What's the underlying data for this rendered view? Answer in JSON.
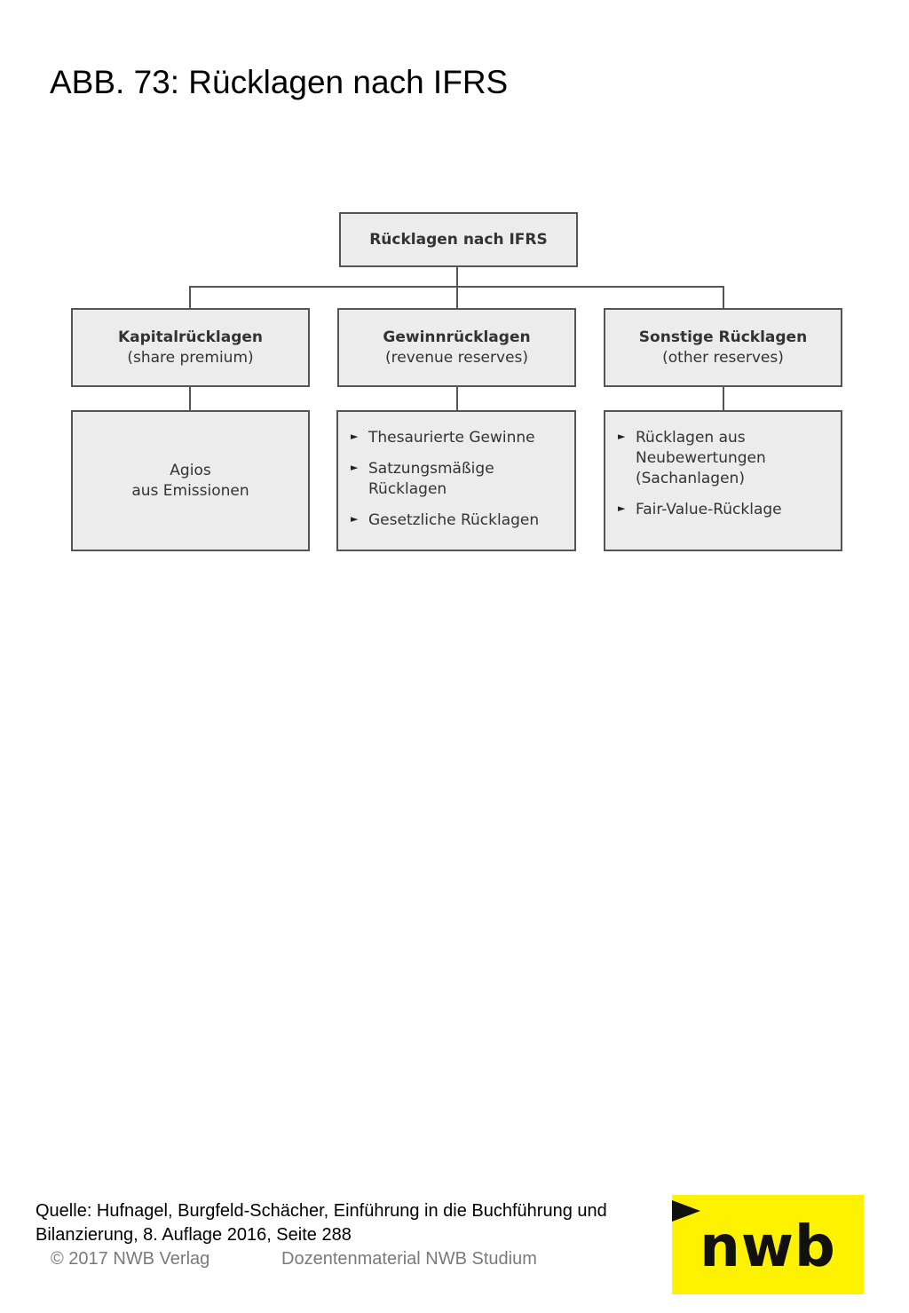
{
  "title": "ABB. 73: Rücklagen nach IFRS",
  "diagram": {
    "root": "Rücklagen nach IFRS",
    "branches": [
      {
        "name": "Kapitalrücklagen",
        "subtitle": "(share premium)",
        "detail_lines": [
          "Agios",
          "aus Emissionen"
        ]
      },
      {
        "name": "Gewinnrücklagen",
        "subtitle": "(revenue reserves)",
        "items": [
          [
            "Thesaurierte Gewinne"
          ],
          [
            "Satzungsmäßige",
            "Rücklagen"
          ],
          [
            "Gesetzliche Rücklagen"
          ]
        ]
      },
      {
        "name": "Sonstige Rücklagen",
        "subtitle": "(other reserves)",
        "items": [
          [
            "Rücklagen aus",
            "Neubewertungen",
            "(Sachanlagen)"
          ],
          [
            "Fair-Value-Rücklage"
          ]
        ]
      }
    ]
  },
  "source": {
    "line1": "Quelle: Hufnagel, Burgfeld-Schächer, Einführung in die Buchführung und",
    "line2": "Bilanzierung, 8. Auflage 2016, Seite 288"
  },
  "footer": {
    "copyright": "© 2017 NWB Verlag",
    "material": "Dozentenmaterial NWB Studium"
  },
  "logo": {
    "text": "nwb",
    "background": "#fff200"
  },
  "colors": {
    "box_fill": "#ececec",
    "box_border": "#555555"
  }
}
